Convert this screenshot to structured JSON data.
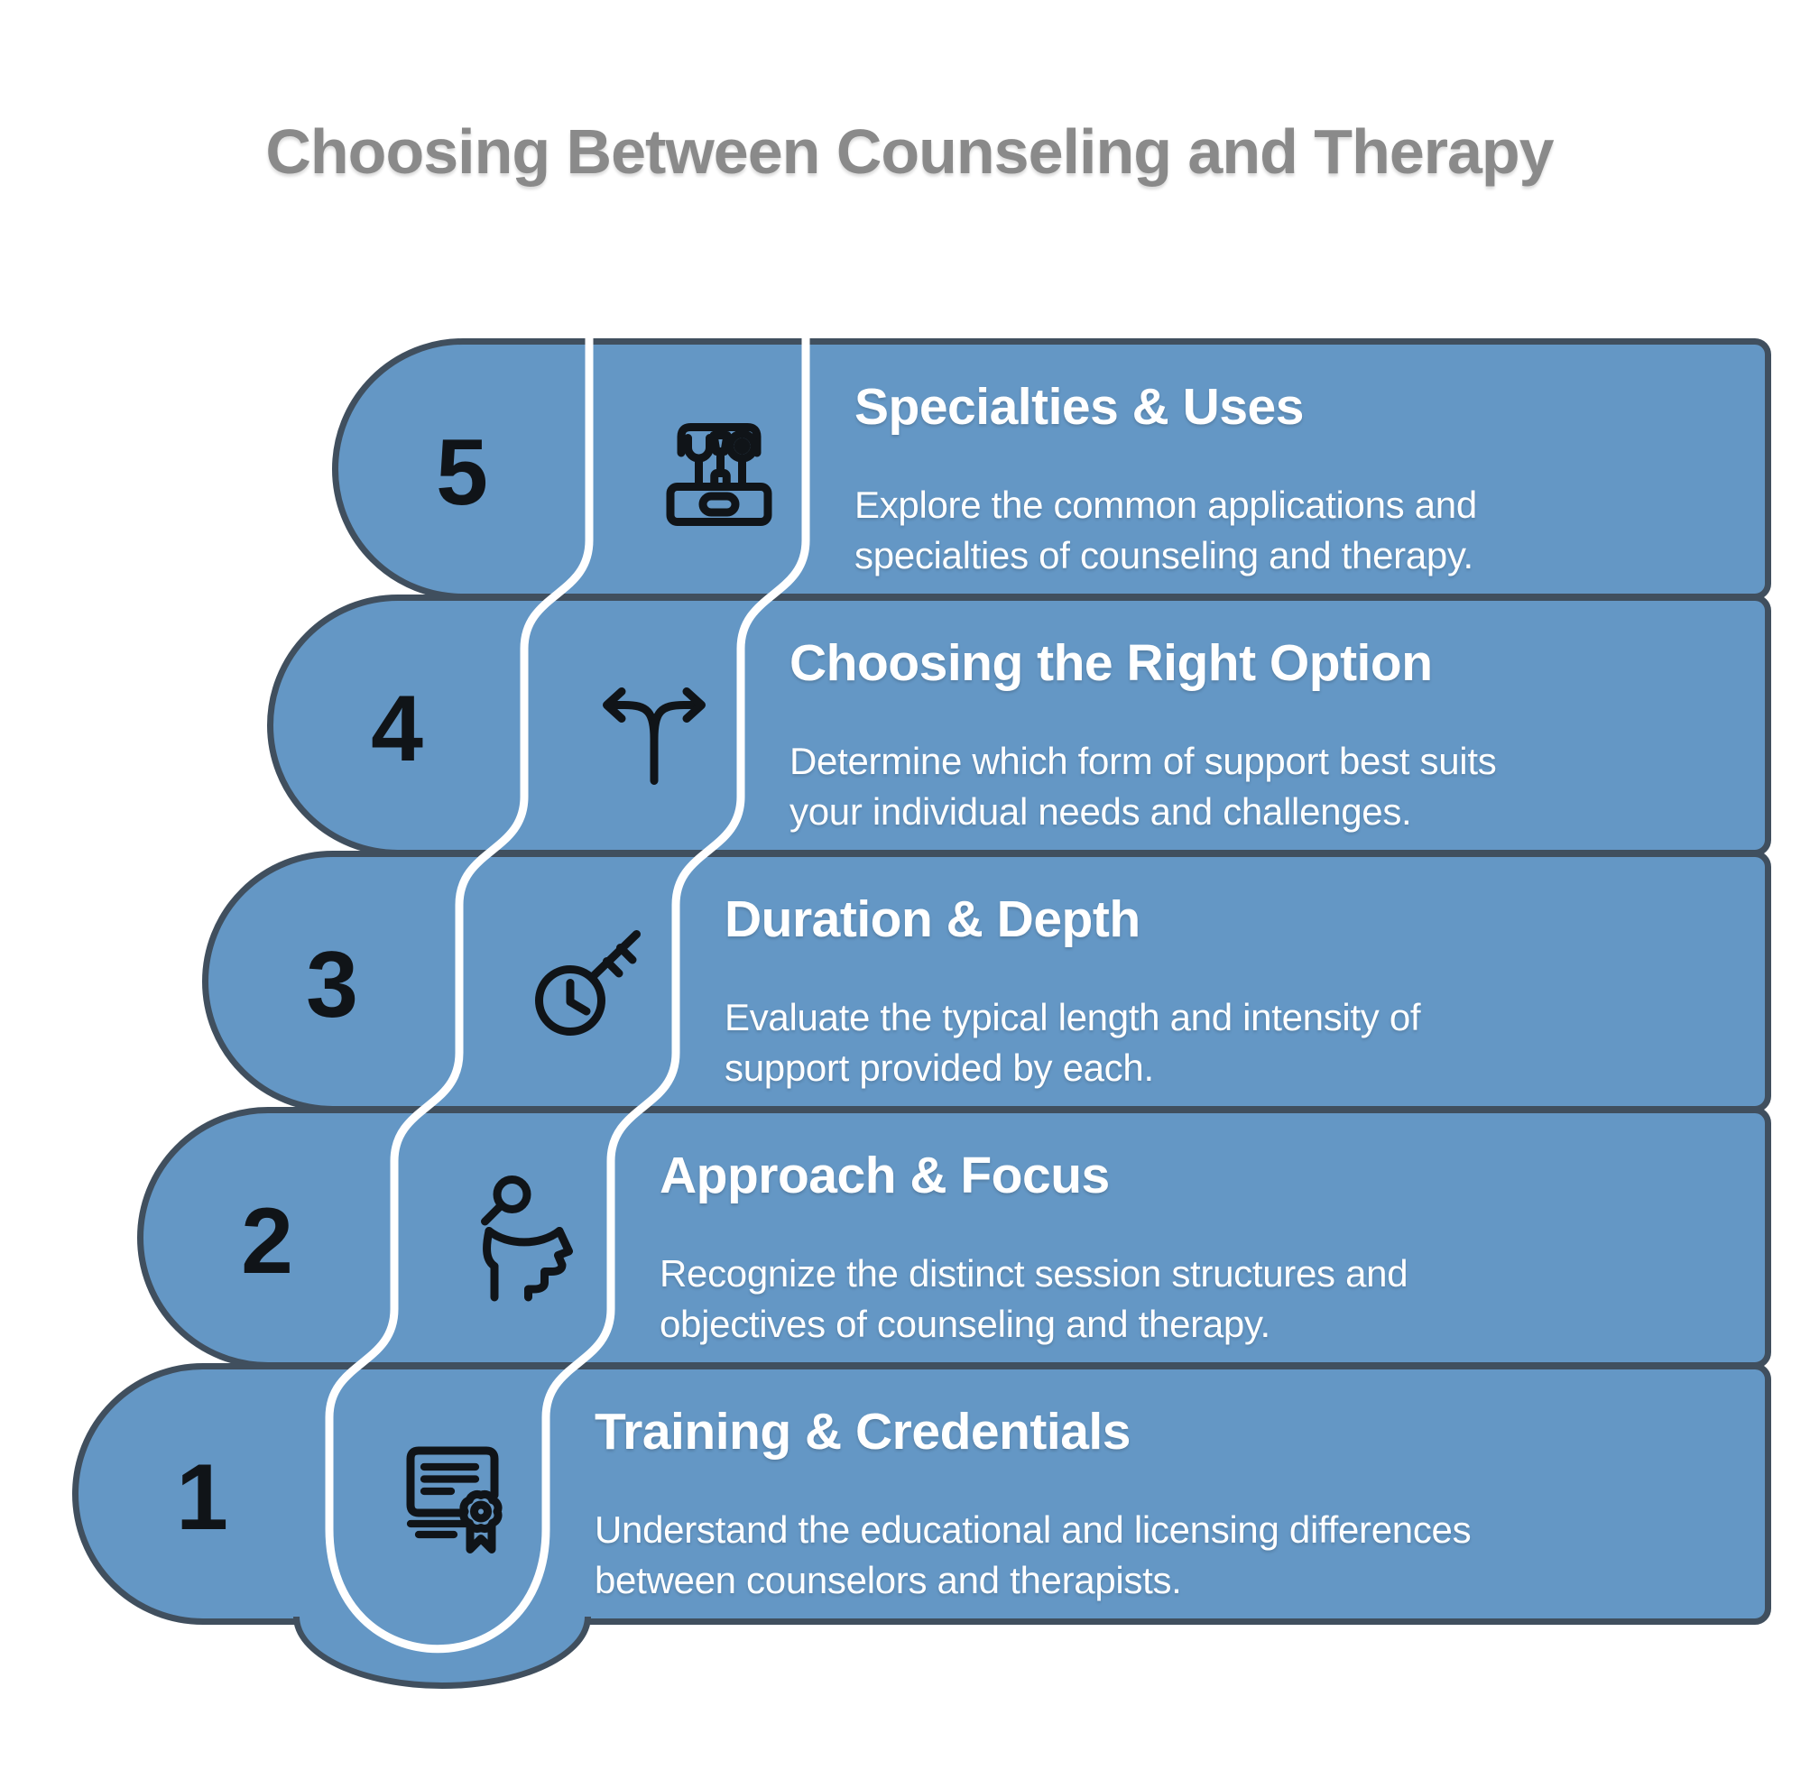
{
  "title": "Choosing Between Counseling and Therapy",
  "colors": {
    "fill": "#6497c5",
    "border": "#404f5e",
    "ink": "#101418",
    "title_gray": "#8a8a8a",
    "text_white": "#ffffff"
  },
  "steps": [
    {
      "number": "5",
      "icon": "toolbox-icon",
      "title": "Specialties & Uses",
      "desc_line1": "Explore the common applications and",
      "desc_line2": "specialties of counseling and therapy."
    },
    {
      "number": "4",
      "icon": "branching-arrows-icon",
      "title": "Choosing the Right Option",
      "desc_line1": "Determine which form of support best suits",
      "desc_line2": "your individual needs and challenges."
    },
    {
      "number": "3",
      "icon": "key-clock-icon",
      "title": "Duration & Depth",
      "desc_line1": "Evaluate the typical length and intensity of",
      "desc_line2": "support provided by each."
    },
    {
      "number": "2",
      "icon": "head-magnifier-icon",
      "title": "Approach & Focus",
      "desc_line1": "Recognize the distinct session structures and",
      "desc_line2": "objectives of counseling and therapy."
    },
    {
      "number": "1",
      "icon": "certificate-icon",
      "title": "Training & Credentials",
      "desc_line1": "Understand the educational and licensing differences",
      "desc_line2": "between counselors and therapists."
    }
  ]
}
